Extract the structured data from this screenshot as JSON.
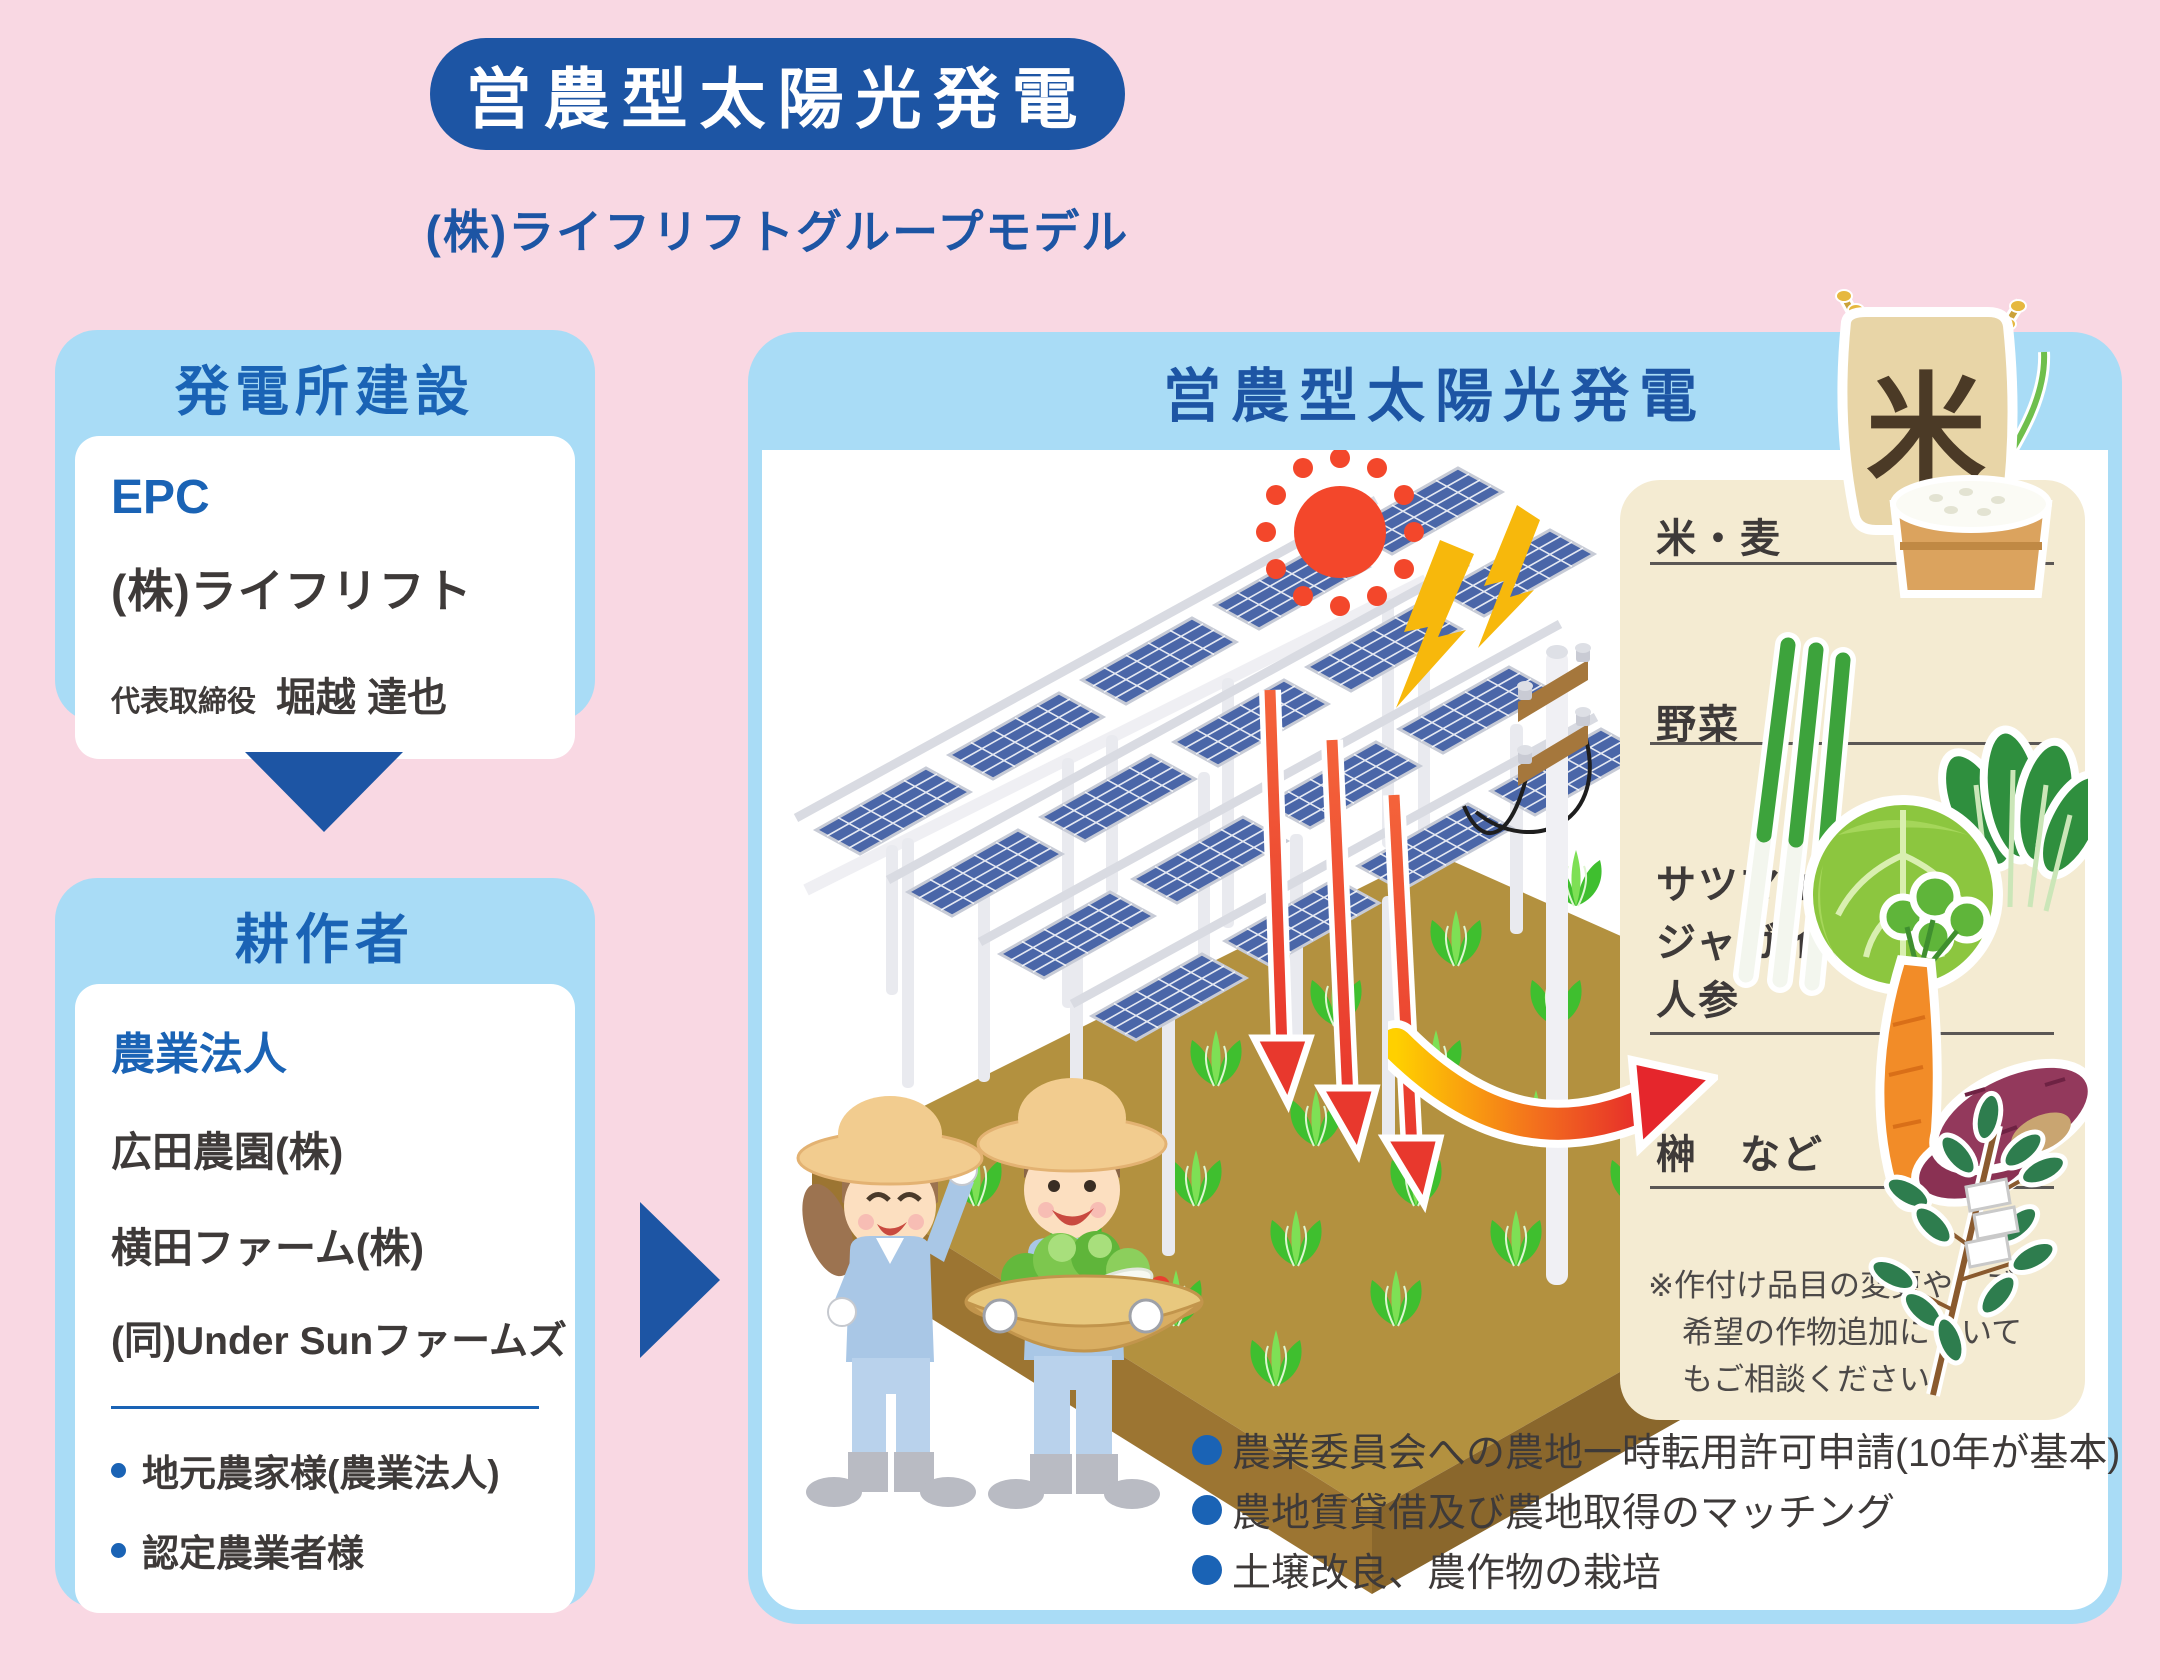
{
  "page_title": "営農型太陽光発電",
  "page_subtitle": "(株)ライフリフトグループモデル",
  "left_column": {
    "power_plant_box": {
      "header": "発電所建設",
      "epc_label": "EPC",
      "company": "(株)ライフリフト",
      "role_label": "代表取締役",
      "ceo_name": "堀越 達也"
    },
    "cultivator_box": {
      "header": "耕作者",
      "category_label": "農業法人",
      "companies": [
        "広田農園(株)",
        "横田ファーム(株)",
        "(同)Under Sunファームズ"
      ],
      "bullets": [
        "地元農家様(農業法人)",
        "認定農業者様"
      ]
    }
  },
  "main_panel": {
    "header": "営農型太陽光発電",
    "crops_panel": {
      "rice_bag_character": "米",
      "item1_label": "米・麦",
      "item2_label": "野菜",
      "item3_line1": "サツマイモ",
      "item3_line2": "ジャガイモ",
      "item3_line3": "人参",
      "item4_label": "榊　など",
      "note_line1": "※作付け品目の変更や、ご",
      "note_line2": "希望の作物追加について",
      "note_line3": "もご相談ください。"
    },
    "notes": [
      "農業委員会への農地一時転用許可申請(10年が基本)",
      "農地賃貸借及び農地取得のマッチング",
      "土壌改良、農作物の栽培"
    ]
  },
  "icons": [
    "down-arrow-icon",
    "right-arrow-icon",
    "sun-icon",
    "lightning-icon",
    "solar-panel-array",
    "utility-pole-icon",
    "sunlight-arrows-icon",
    "farmers-illustration",
    "harvest-arrow-icon",
    "rice-icon",
    "vegetables-icon",
    "potatoes-carrot-icon",
    "sakaki-icon"
  ],
  "colors": {
    "background_pink": "#F9D8E3",
    "accent_blue": "#1D55A4",
    "header_text_blue": "#1A63B5",
    "light_blue": "#A9DCF6",
    "text_dark": "#3E3A39",
    "crops_panel_beige": "#F4EBD2",
    "soil_brown": "#B3913F",
    "solar_panel_blue": "#4A66A8",
    "sun_red": "#F3472B",
    "lightning_yellow": "#F7B80C"
  }
}
